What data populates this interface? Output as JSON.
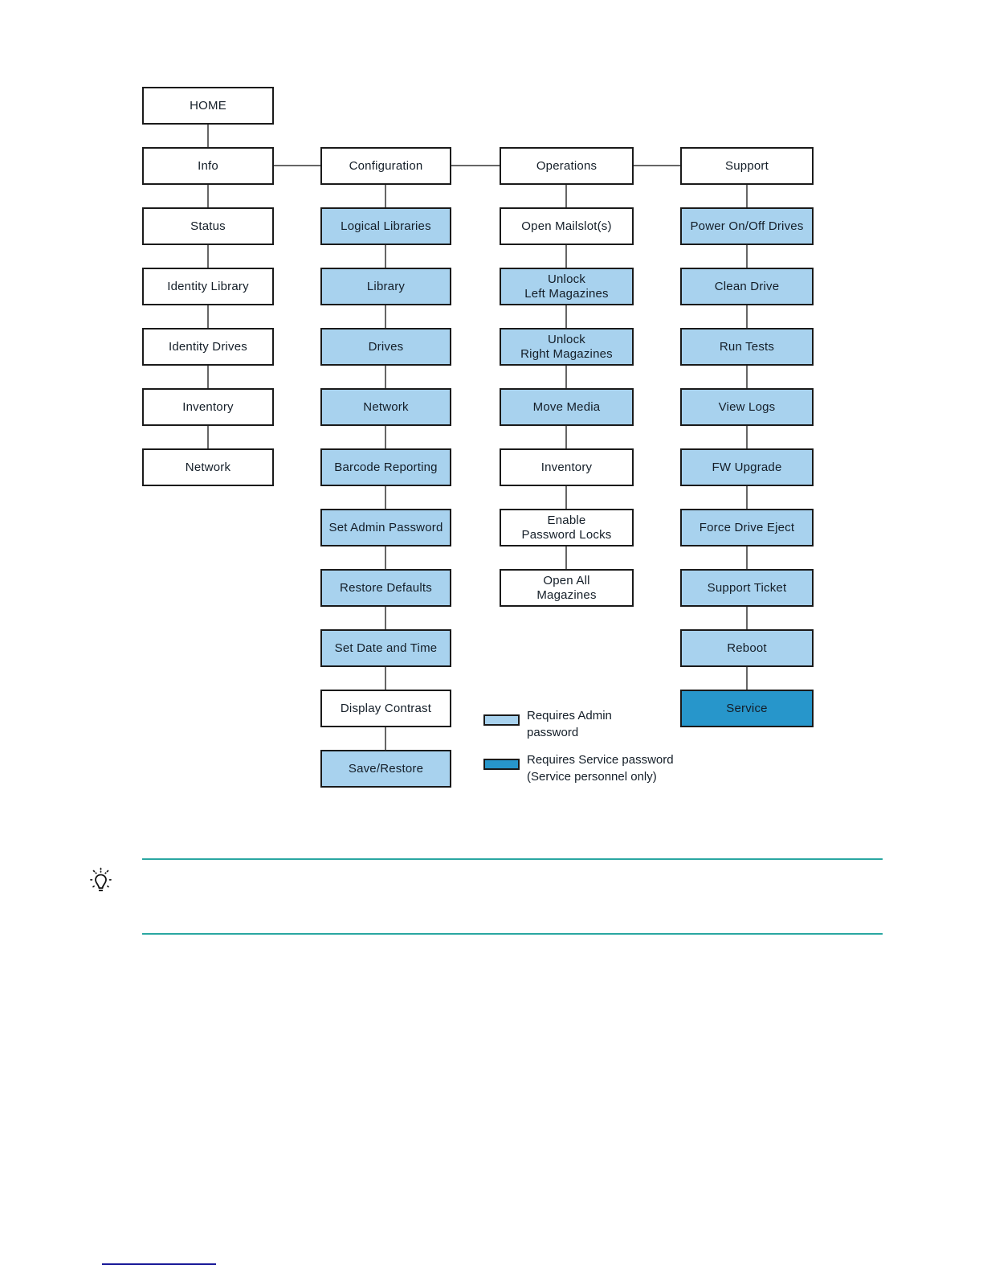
{
  "diagram": {
    "home": {
      "label": "HOME"
    },
    "columns": [
      {
        "header": {
          "label": "Info",
          "access": "none"
        },
        "items": [
          {
            "label": "Status",
            "access": "none"
          },
          {
            "label": "Identity Library",
            "access": "none"
          },
          {
            "label": "Identity Drives",
            "access": "none"
          },
          {
            "label": "Inventory",
            "access": "none"
          },
          {
            "label": "Network",
            "access": "none"
          }
        ]
      },
      {
        "header": {
          "label": "Configuration",
          "access": "none"
        },
        "items": [
          {
            "label": "Logical Libraries",
            "access": "admin"
          },
          {
            "label": "Library",
            "access": "admin"
          },
          {
            "label": "Drives",
            "access": "admin"
          },
          {
            "label": "Network",
            "access": "admin"
          },
          {
            "label": "Barcode Reporting",
            "access": "admin"
          },
          {
            "label": "Set Admin Password",
            "access": "admin"
          },
          {
            "label": "Restore Defaults",
            "access": "admin"
          },
          {
            "label": "Set Date and Time",
            "access": "admin"
          },
          {
            "label": "Display Contrast",
            "access": "none"
          },
          {
            "label": "Save/Restore",
            "access": "admin"
          }
        ]
      },
      {
        "header": {
          "label": "Operations",
          "access": "none"
        },
        "items": [
          {
            "label": "Open Mailslot(s)",
            "access": "none"
          },
          {
            "label": "Unlock\nLeft Magazines",
            "access": "admin"
          },
          {
            "label": "Unlock\nRight Magazines",
            "access": "admin"
          },
          {
            "label": "Move Media",
            "access": "admin"
          },
          {
            "label": "Inventory",
            "access": "none"
          },
          {
            "label": "Enable\nPassword Locks",
            "access": "none"
          },
          {
            "label": "Open All\nMagazines",
            "access": "none"
          }
        ]
      },
      {
        "header": {
          "label": "Support",
          "access": "none"
        },
        "items": [
          {
            "label": "Power On/Off Drives",
            "access": "admin"
          },
          {
            "label": "Clean Drive",
            "access": "admin"
          },
          {
            "label": "Run Tests",
            "access": "admin"
          },
          {
            "label": "View Logs",
            "access": "admin"
          },
          {
            "label": "FW Upgrade",
            "access": "admin"
          },
          {
            "label": "Force Drive Eject",
            "access": "admin"
          },
          {
            "label": "Support Ticket",
            "access": "admin"
          },
          {
            "label": "Reboot",
            "access": "admin"
          },
          {
            "label": "Service",
            "access": "service"
          }
        ]
      }
    ],
    "legend": [
      {
        "key": "admin",
        "label": "Requires Admin\npassword"
      },
      {
        "key": "service",
        "label": "Requires Service password\n(Service personnel only)"
      }
    ],
    "colors": {
      "admin_fill": "#a8d2ee",
      "service_fill": "#2796cb",
      "plain_fill": "#ffffff",
      "box_border": "#1a1a1a",
      "connector": "#666666",
      "tip_rule": "#2aa7a2",
      "footer_rule": "#1a1a99"
    },
    "icons": {
      "tip": "lightbulb-icon"
    }
  }
}
